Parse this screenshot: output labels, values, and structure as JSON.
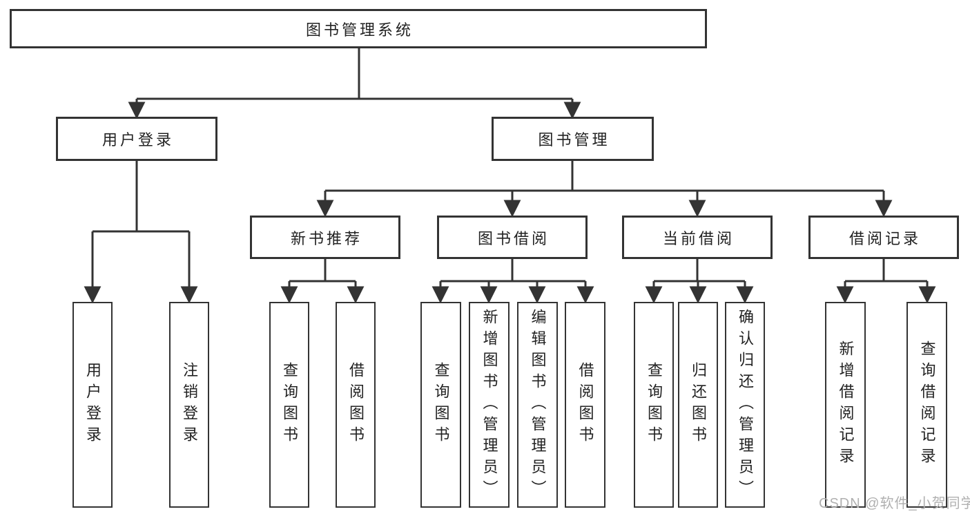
{
  "diagram": {
    "root": "图书管理系统",
    "branches": {
      "user_login": "用户登录",
      "book_mgmt": "图书管理"
    },
    "modules": {
      "new_books": "新书推荐",
      "book_borrow": "图书借阅",
      "current_borrow": "当前借阅",
      "borrow_records": "借阅记录"
    },
    "leaves": {
      "login": "用户登录",
      "logout": "注销登录",
      "nb_query": "查询图书",
      "nb_borrow": "借阅图书",
      "bb_query": "查询图书",
      "bb_add": "新增图书（管理员）",
      "bb_edit": "编辑图书（管理员）",
      "bb_borrow": "借阅图书",
      "cb_query": "查询图书",
      "cb_return": "归还图书",
      "cb_confirm": "确认归还（管理员）",
      "br_add": "新增借阅记录",
      "br_query": "查询借阅记录"
    }
  },
  "watermark": "CSDN @软件_小贺同学",
  "colors": {
    "line": "#333333",
    "text": "#222222",
    "watermark": "#b0b0b0",
    "background": "#ffffff"
  }
}
